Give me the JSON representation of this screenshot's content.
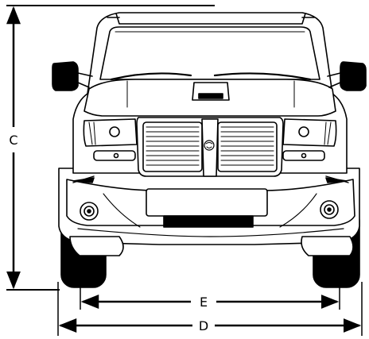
{
  "diagram": {
    "labels": {
      "height_dimension": "C",
      "track_width_dimension": "E",
      "overall_width_dimension": "D"
    },
    "colors": {
      "line": "#000000",
      "background": "#ffffff"
    },
    "icons": [
      "ram-logo-icon"
    ]
  }
}
